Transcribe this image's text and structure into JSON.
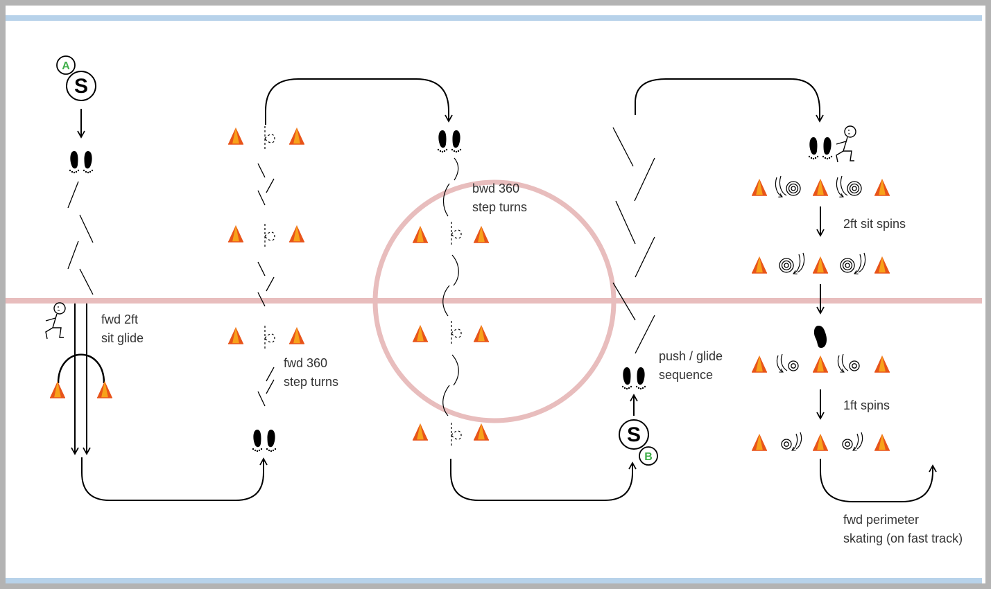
{
  "colors": {
    "frame": "#b3b3b3",
    "blue_line": "#b7d2ea",
    "red_line": "#e8bdbd",
    "cone_light": "#f7a21b",
    "cone_dark": "#e8541a",
    "station_letter": "#3fae49",
    "ink": "#000000",
    "label_text": "#333333"
  },
  "stations": {
    "start_a": {
      "badge": "S",
      "letter": "A"
    },
    "start_b": {
      "badge": "S",
      "letter": "B"
    }
  },
  "labels": {
    "fwd_sit_glide": [
      "fwd 2ft",
      "sit glide"
    ],
    "fwd_step_turns": [
      "fwd 360",
      "step turns"
    ],
    "bwd_step_turns": [
      "bwd 360",
      "step turns"
    ],
    "push_glide": [
      "push / glide",
      "sequence"
    ],
    "two_foot_sit_spins": "2ft sit spins",
    "one_foot_spins": "1ft spins",
    "perimeter": [
      "fwd perimeter",
      "skating (on fast track)"
    ]
  },
  "icons": {
    "station_badge": "skater-start-badge",
    "footprints": "footprints-icon",
    "cone": "cone-icon",
    "spin": "spin-spiral-icon",
    "stick_figure": "sit-position-figure-icon"
  }
}
